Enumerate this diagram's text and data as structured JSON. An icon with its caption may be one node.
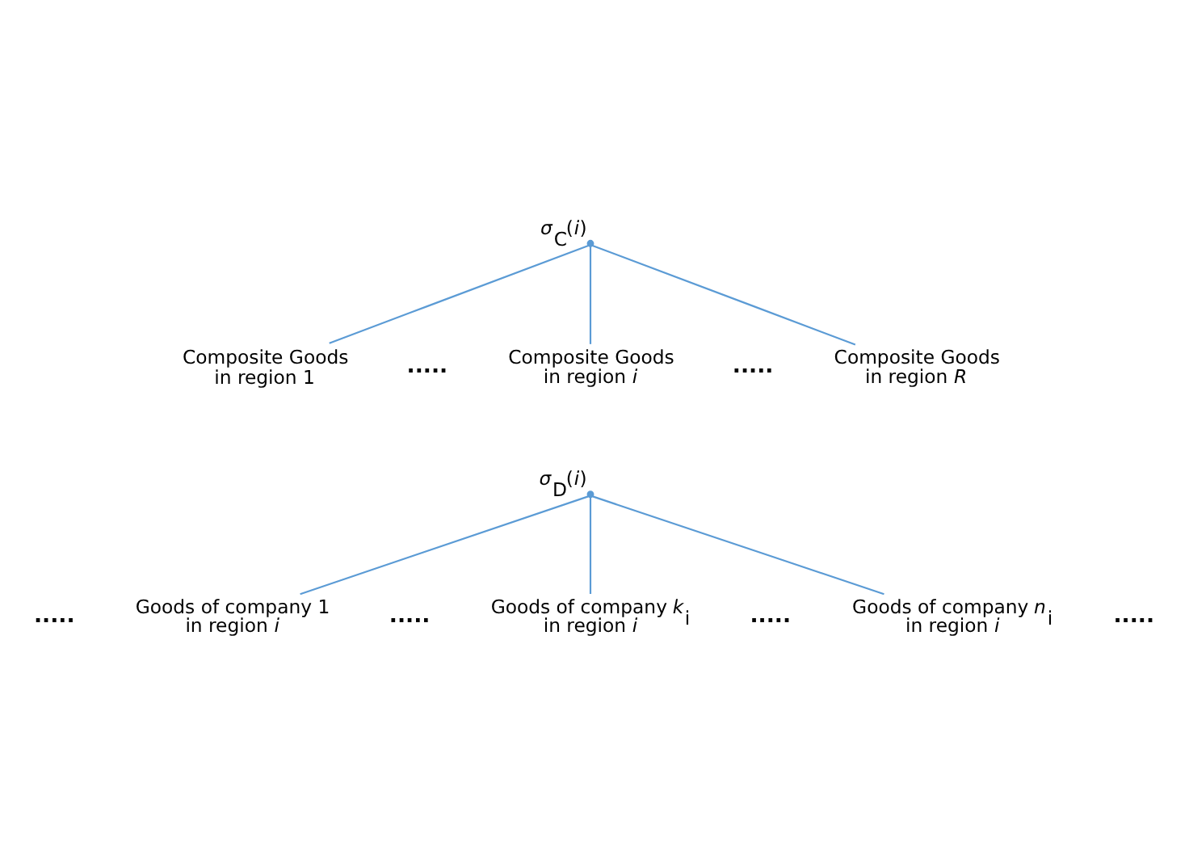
{
  "diagram": {
    "nodes": [
      {
        "text": [],
        "shape": "point",
        "beside": [
          "*σ*$_{C}$(*i*)"
        ]
      },
      {
        "text": [
          "Composite Goods in region 1"
        ]
      },
      {
        "text": [
          "Composite Goods in region *i*"
        ]
      },
      {
        "text": [
          "Composite Goods in region *R*"
        ]
      },
      {
        "text": [],
        "shape": "point",
        "beside": [
          "*σ*$_{D}$(*i*)"
        ]
      },
      {
        "text": [
          "Goods of company 1 in region *i*"
        ]
      },
      {
        "text": [
          "Goods of company *k*$_{i}$ in region *i*"
        ]
      },
      {
        "text": [
          "Goods of company *n*$_{i}$ in region *i*"
        ]
      }
    ],
    "edges": [
      {
        "from": 0,
        "to": 1,
        "arrow": "none"
      },
      {
        "from": 0,
        "to": 2,
        "arrow": "none"
      },
      {
        "from": 0,
        "to": 3,
        "arrow": "none"
      },
      {
        "from": 4,
        "to": 5,
        "arrow": "none"
      },
      {
        "from": 4,
        "to": 6,
        "arrow": "none"
      },
      {
        "from": 4,
        "to": 7,
        "arrow": "none"
      }
    ],
    "labels": [
      ".....",
      ".....",
      ".....",
      ".....",
      ".....",
      "....."
    ]
  }
}
